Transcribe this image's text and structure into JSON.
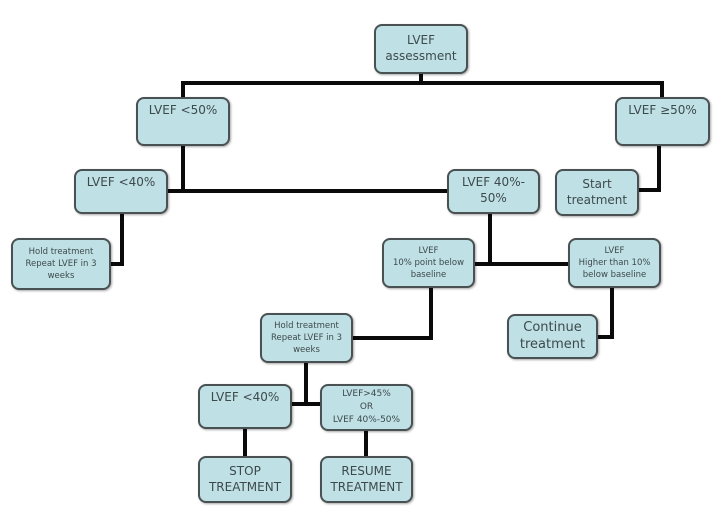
{
  "diagram": {
    "type": "flowchart",
    "colors": {
      "node_fill": "#bfe0e5",
      "node_border": "#4a5152",
      "node_text": "#3d4a4c",
      "connector": "#0a0a0a"
    },
    "nodes": {
      "assessment": [
        "LVEF",
        "assessment"
      ],
      "lvef_lt50": [
        "LVEF <50%"
      ],
      "lvef_ge50": [
        "LVEF ≥50%"
      ],
      "lvef_lt40_top": [
        "LVEF <40%"
      ],
      "lvef_40_50": [
        "LVEF 40%-",
        "50%"
      ],
      "start_treatment": [
        "Start",
        "treatment"
      ],
      "hold_left": [
        "Hold treatment",
        "Repeat LVEF in 3",
        "weeks"
      ],
      "lvef_10pt_below": [
        "LVEF",
        "10% point below",
        "baseline"
      ],
      "lvef_higher_10": [
        "LVEF",
        "Higher than 10%",
        "below baseline"
      ],
      "hold_middle": [
        "Hold treatment",
        "Repeat LVEF in 3",
        "weeks"
      ],
      "continue_treatment": [
        "Continue",
        "treatment"
      ],
      "lvef_lt40_bottom": [
        "LVEF <40%"
      ],
      "lvef_gt45_or": [
        "LVEF>45%",
        "OR",
        "LVEF 40%-50%"
      ],
      "stop_treatment": [
        "STOP",
        "TREATMENT"
      ],
      "resume_treatment": [
        "RESUME",
        "TREATMENT"
      ]
    },
    "edges": [
      [
        "assessment",
        "lvef_lt50"
      ],
      [
        "assessment",
        "lvef_ge50"
      ],
      [
        "lvef_lt50",
        "lvef_lt40_top"
      ],
      [
        "lvef_lt50",
        "lvef_40_50"
      ],
      [
        "lvef_ge50",
        "start_treatment"
      ],
      [
        "lvef_lt40_top",
        "hold_left"
      ],
      [
        "lvef_40_50",
        "lvef_10pt_below"
      ],
      [
        "lvef_40_50",
        "lvef_higher_10"
      ],
      [
        "lvef_10pt_below",
        "hold_middle"
      ],
      [
        "lvef_higher_10",
        "continue_treatment"
      ],
      [
        "hold_middle",
        "lvef_lt40_bottom"
      ],
      [
        "hold_middle",
        "lvef_gt45_or"
      ],
      [
        "lvef_lt40_bottom",
        "stop_treatment"
      ],
      [
        "lvef_gt45_or",
        "resume_treatment"
      ]
    ]
  }
}
